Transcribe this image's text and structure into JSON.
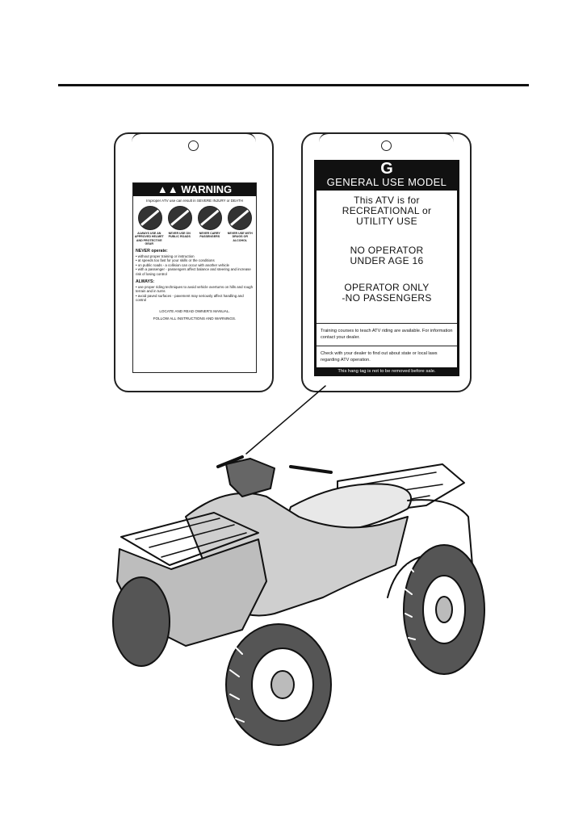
{
  "warning_tag": {
    "heading": "▲▲ WARNING",
    "subheading": "Improper ATV use can result in SEVERE INJURY or DEATH",
    "icons": [
      {
        "name": "helmet-icon",
        "caption": "ALWAYS USE AN APPROVED HELMET AND PROTECTIVE GEAR"
      },
      {
        "name": "no-public-road-icon",
        "caption": "NEVER USE ON PUBLIC ROADS"
      },
      {
        "name": "no-passenger-icon",
        "caption": "NEVER CARRY PASSENGERS"
      },
      {
        "name": "no-drugs-alcohol-icon",
        "caption": "NEVER USE WITH DRUGS OR ALCOHOL"
      }
    ],
    "never_heading": "NEVER operate:",
    "never_items": [
      "• without proper training or instruction",
      "• at speeds too fast for your skills or the conditions",
      "• on public roads - a collision can occur with another vehicle",
      "• with a passenger - passengers affect balance and steering and increase risk of losing control"
    ],
    "always_heading": "ALWAYS:",
    "always_items": [
      "• use proper riding techniques to avoid vehicle overturns on hills and rough terrain and in turns",
      "• avoid paved surfaces - pavement may seriously affect handling and control"
    ],
    "footer_line1": "LOCATE AND READ OWNER'S MANUAL.",
    "footer_line2": "FOLLOW ALL INSTRUCTIONS AND WARNINGS."
  },
  "general_tag": {
    "letter": "G",
    "title": "GENERAL USE MODEL",
    "lines_a": [
      "This ATV is for",
      "RECREATIONAL or",
      "UTILITY USE"
    ],
    "lines_b": [
      "NO OPERATOR",
      "UNDER AGE 16"
    ],
    "lines_c": [
      "OPERATOR ONLY",
      "-NO PASSENGERS"
    ],
    "note1": "Training courses to teach ATV riding are available. For information contact your dealer.",
    "note2": "Check with your dealer to find out about state or local laws regarding ATV operation.",
    "footer": "This hang tag is not to be removed before sale."
  }
}
